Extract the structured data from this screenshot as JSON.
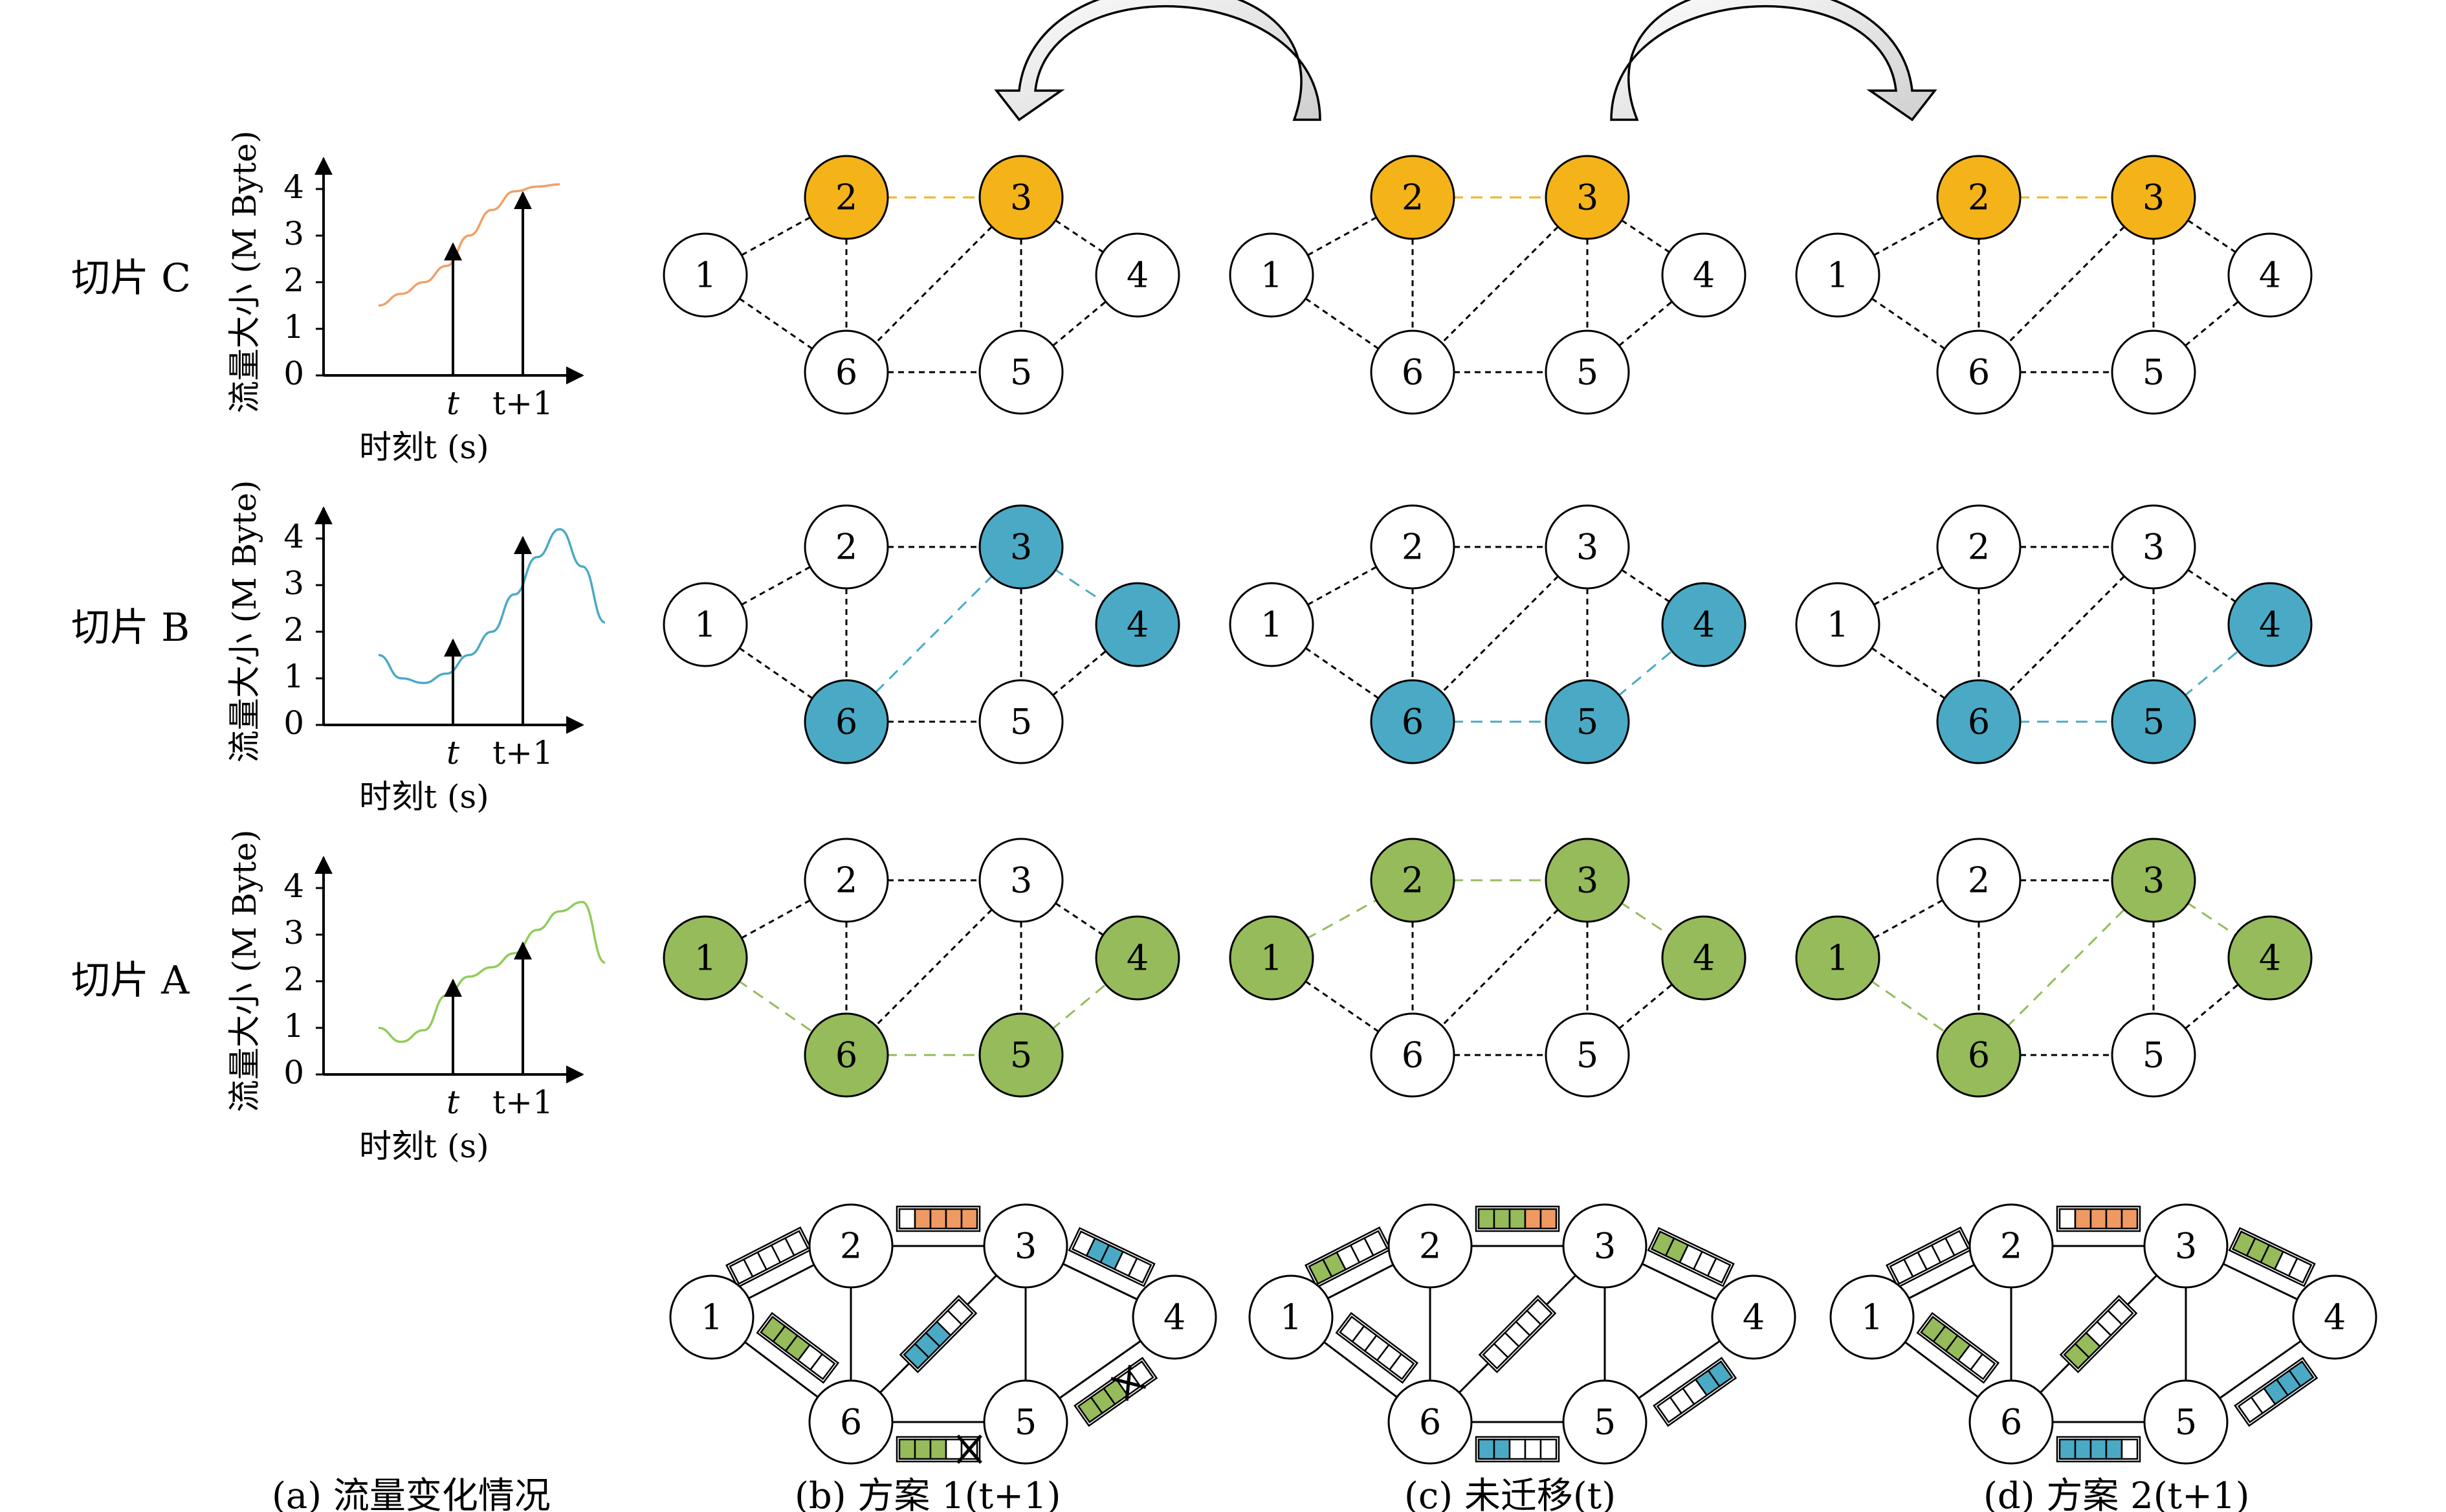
{
  "colors": {
    "slice_c": "#F5B31A",
    "slice_b": "#4AAAC5",
    "slice_a": "#96BB5A",
    "curve_c": "#F0A068",
    "curve_b": "#4AAAC5",
    "curve_a": "#8FCC5A",
    "buffer_orange": "#EF9A62",
    "buffer_blue": "#4AAAC5",
    "buffer_green": "#96BB5A"
  },
  "row_labels": {
    "slice_c": "切片 C",
    "slice_b": "切片 B",
    "slice_a": "切片 A"
  },
  "plot_text": {
    "ylabel": "流量大小 (M Byte)",
    "xlabel": "时刻t (s)",
    "yticks": [
      "0",
      "1",
      "2",
      "3",
      "4"
    ],
    "x_t": "t",
    "x_t1": "t+1"
  },
  "captions": {
    "a": "(a) 流量变化情况",
    "b": "(b) 方案 1(t+1)",
    "c": "(c) 未迁移(t)",
    "d": "(d) 方案 2(t+1)"
  },
  "node_labels": [
    "1",
    "2",
    "3",
    "4",
    "5",
    "6"
  ],
  "chart_data": [
    {
      "type": "line",
      "title": "切片 C",
      "xlabel": "时刻t (s)",
      "ylabel": "流量大小 (M Byte)",
      "ylim": [
        0,
        4
      ],
      "x_ticks": [
        "t",
        "t+1"
      ],
      "series": [
        {
          "name": "切片 C",
          "x": [
            0.0,
            0.2,
            0.4,
            0.6,
            0.8,
            1.0,
            1.2,
            1.4,
            1.6
          ],
          "y": [
            1.5,
            1.75,
            2.0,
            2.35,
            3.0,
            3.55,
            3.95,
            4.05,
            4.1
          ]
        }
      ],
      "arrows": [
        {
          "x": "t",
          "y": 2.9
        },
        {
          "x": "t+1",
          "y": 4.0
        }
      ]
    },
    {
      "type": "line",
      "title": "切片 B",
      "xlabel": "时刻t (s)",
      "ylabel": "流量大小 (M Byte)",
      "ylim": [
        0,
        4
      ],
      "series": [
        {
          "name": "切片 B",
          "x": [
            0.0,
            0.2,
            0.4,
            0.6,
            0.8,
            1.0,
            1.2,
            1.4,
            1.6,
            1.8,
            2.0
          ],
          "y": [
            1.5,
            1.0,
            0.9,
            1.1,
            1.5,
            2.0,
            2.8,
            3.6,
            4.2,
            3.4,
            2.2
          ]
        }
      ],
      "arrows": [
        {
          "x": "t",
          "y": 1.9
        },
        {
          "x": "t+1",
          "y": 4.1
        }
      ]
    },
    {
      "type": "line",
      "title": "切片 A",
      "xlabel": "时刻t (s)",
      "ylabel": "流量大小 (M Byte)",
      "ylim": [
        0,
        4
      ],
      "series": [
        {
          "name": "切片 A",
          "x": [
            0.0,
            0.2,
            0.4,
            0.6,
            0.8,
            1.0,
            1.2,
            1.4,
            1.6,
            1.8,
            2.0
          ],
          "y": [
            1.0,
            0.7,
            0.95,
            1.7,
            2.1,
            2.3,
            2.6,
            3.1,
            3.5,
            3.7,
            2.4
          ]
        }
      ],
      "arrows": [
        {
          "x": "t",
          "y": 2.1
        },
        {
          "x": "t+1",
          "y": 2.9
        }
      ]
    }
  ]
}
